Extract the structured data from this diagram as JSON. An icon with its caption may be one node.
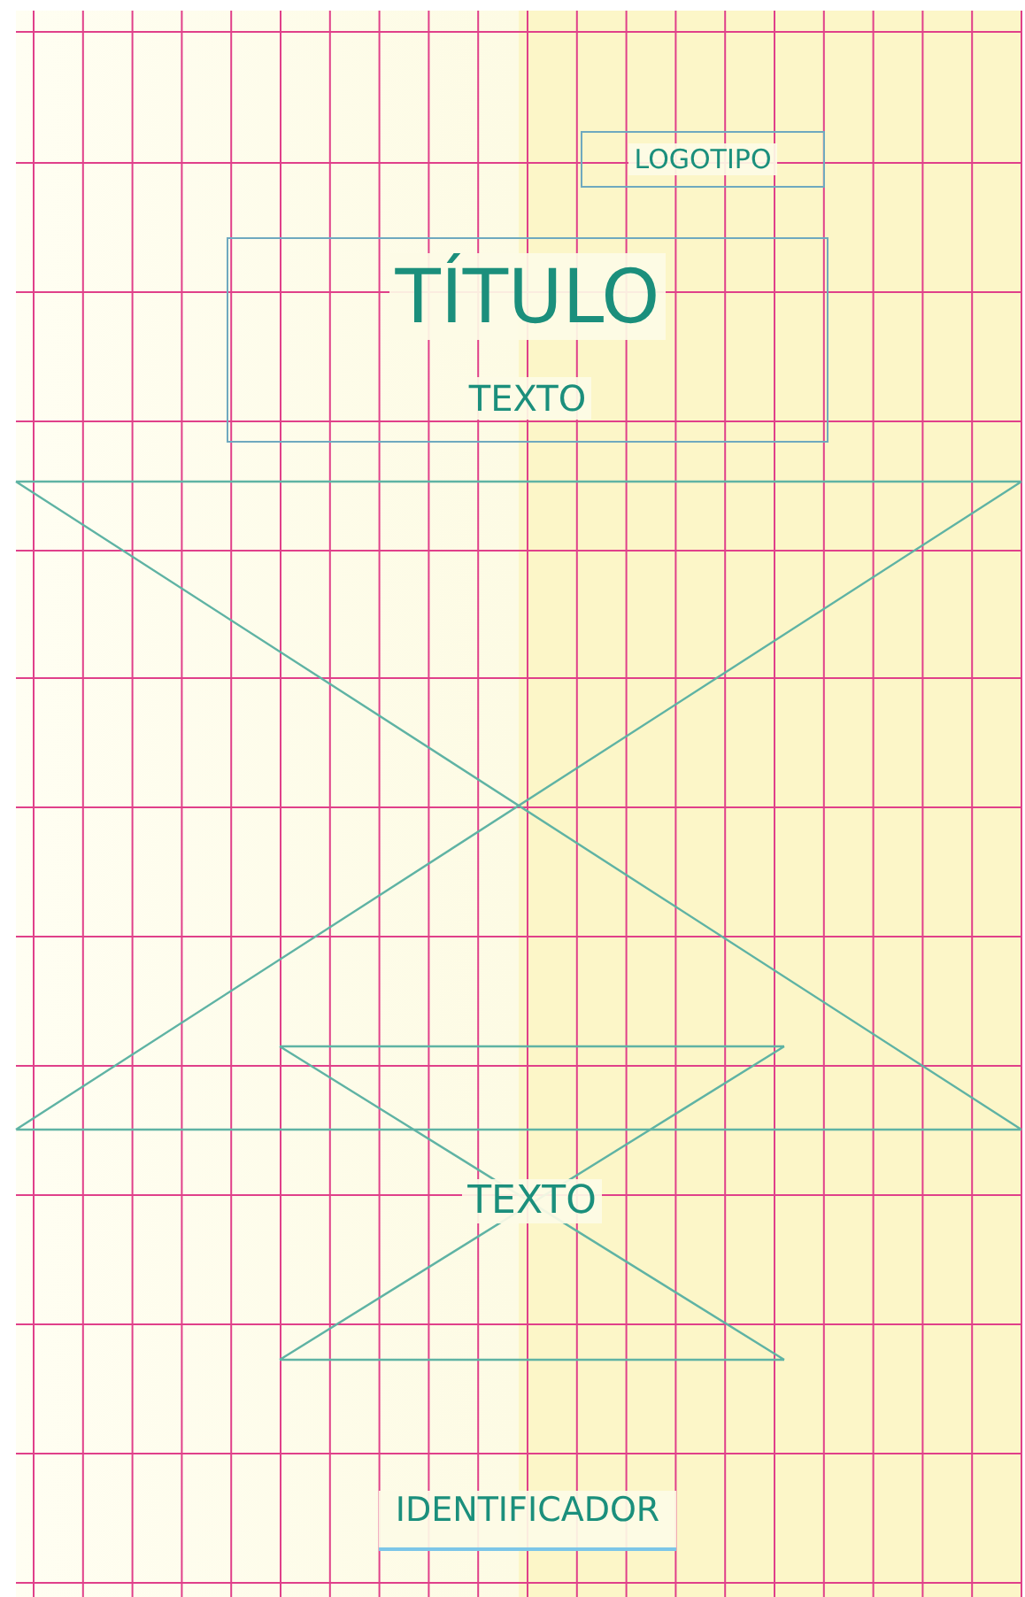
{
  "diagram": {
    "nodes": [
      {
        "text": [
          "LOGOTIPO"
        ]
      },
      {
        "text": [
          "TÍTULO",
          "TEXTO"
        ]
      },
      {
        "text": [],
        "shape": "box"
      },
      {
        "text": [
          "TEXTO"
        ]
      }
    ],
    "labels": [
      "IDENTIFICADOR"
    ]
  }
}
